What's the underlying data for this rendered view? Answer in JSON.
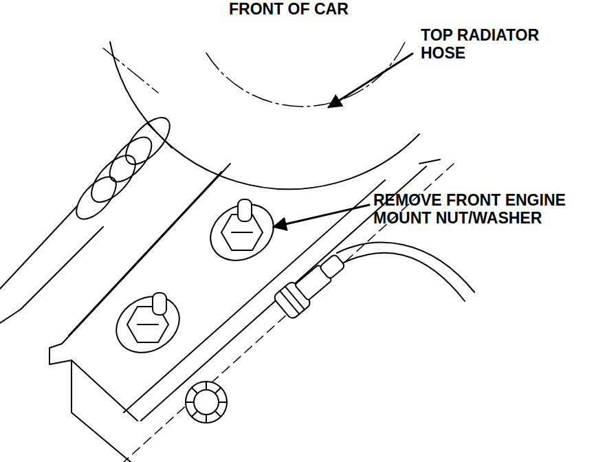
{
  "diagram": {
    "labels": [
      "FRONT OF CAR",
      "TOP RADIATOR HOSE",
      "REMOVE FRONT ENGINE MOUNT NUT/WASHER"
    ]
  }
}
